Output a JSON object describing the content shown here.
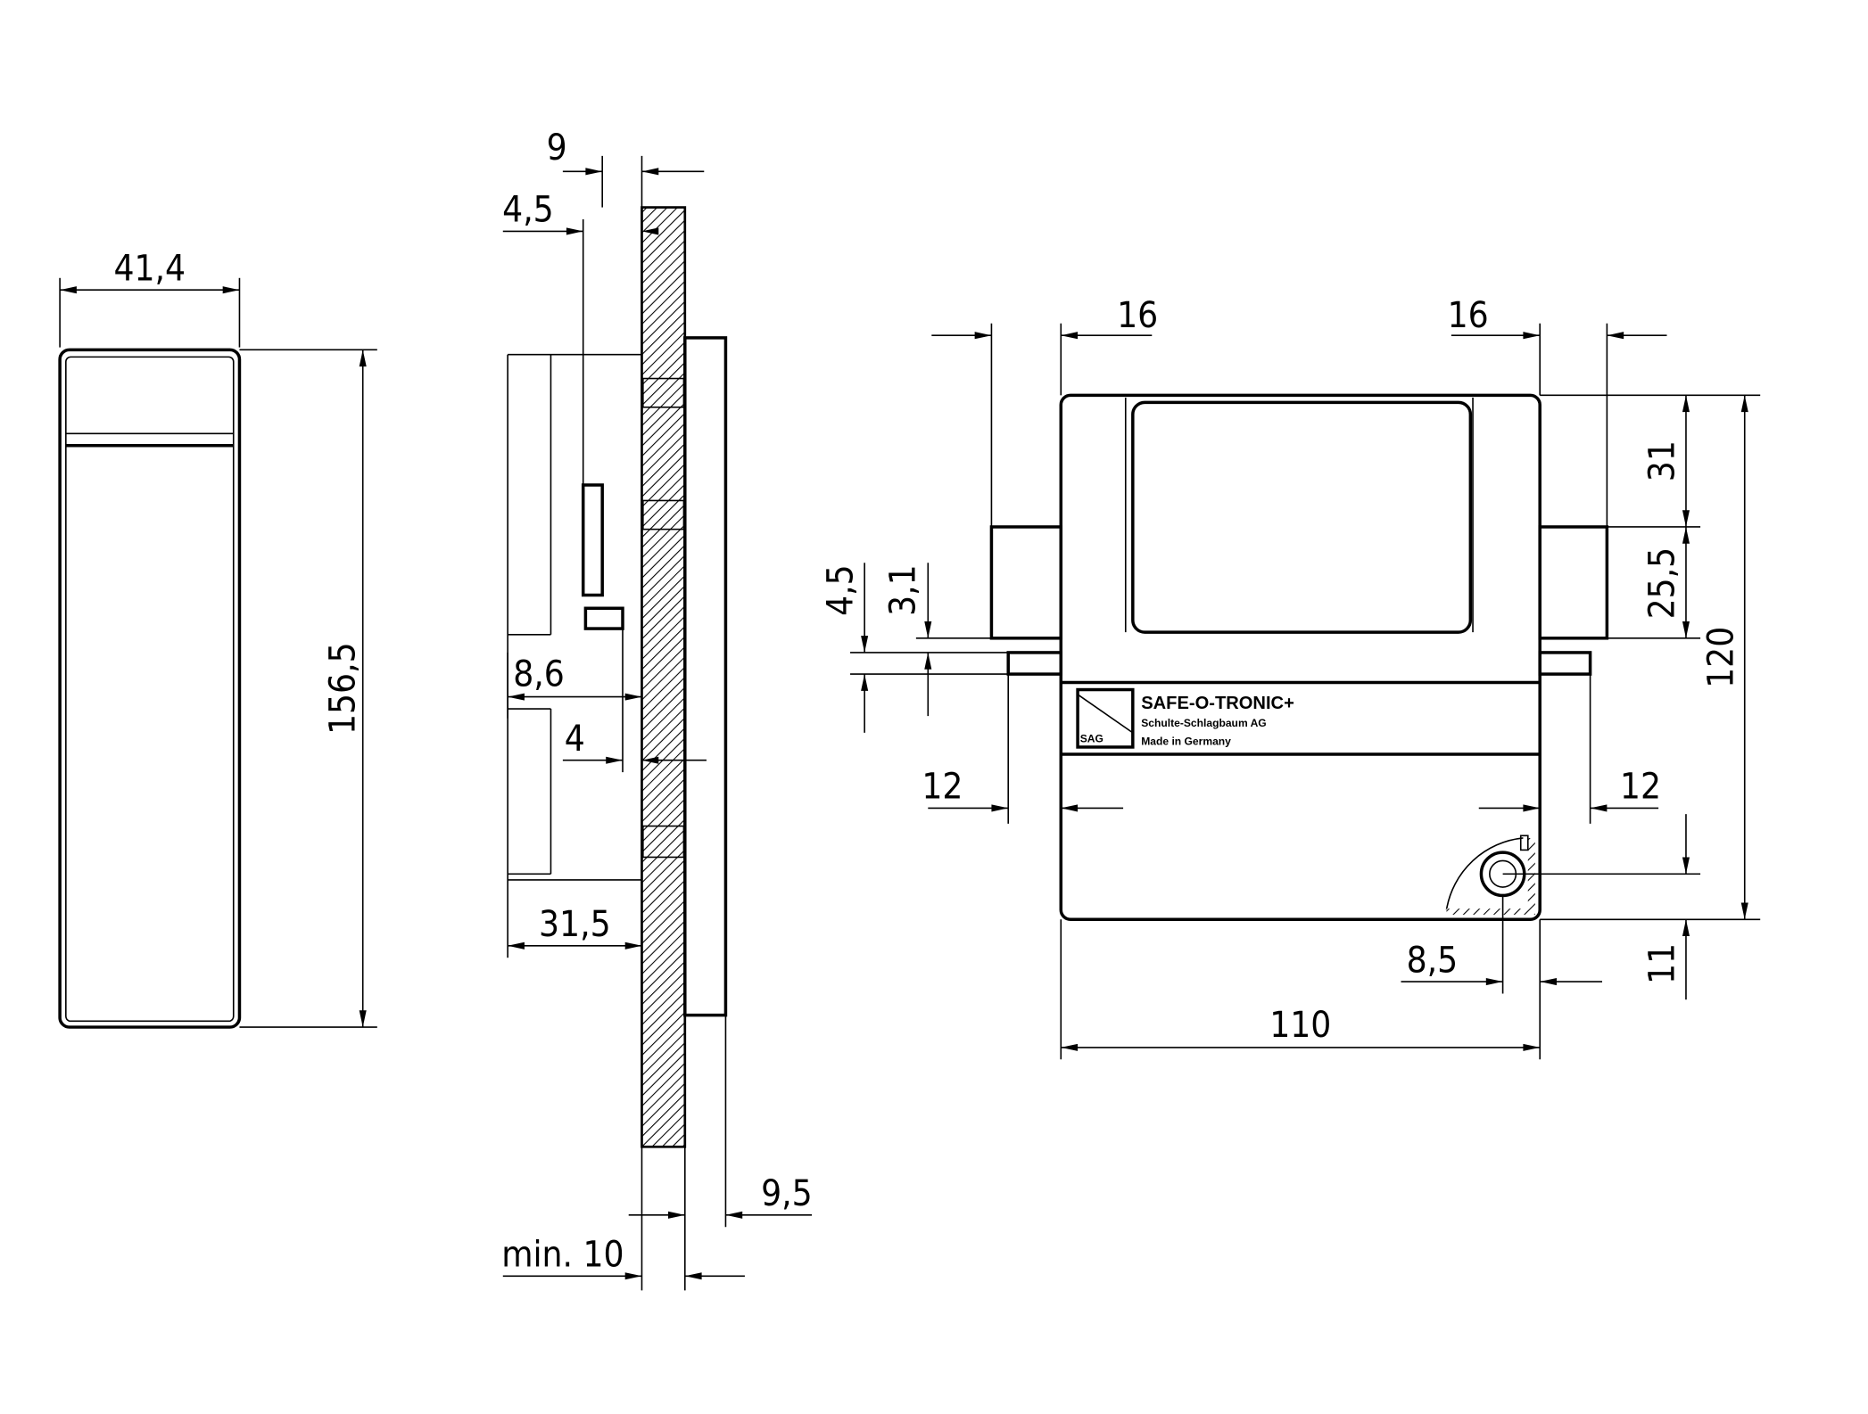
{
  "views": {
    "front_cover": {
      "width": "41,4",
      "height": "156,5"
    },
    "side_section": {
      "dims": [
        "9",
        "4,5",
        "8,6",
        "4",
        "31,5",
        "9,5",
        "min. 10"
      ]
    },
    "front_view": {
      "dims": [
        "16",
        "16",
        "31",
        "25,5",
        "120",
        "4,5",
        "3,1",
        "12",
        "12",
        "8,5",
        "11",
        "110"
      ],
      "label": {
        "brand": "SAFE-O-TRONIC+",
        "company": "Schulte-Schlagbaum AG",
        "origin": "Made in Germany",
        "logo_text": "SAG"
      }
    }
  }
}
